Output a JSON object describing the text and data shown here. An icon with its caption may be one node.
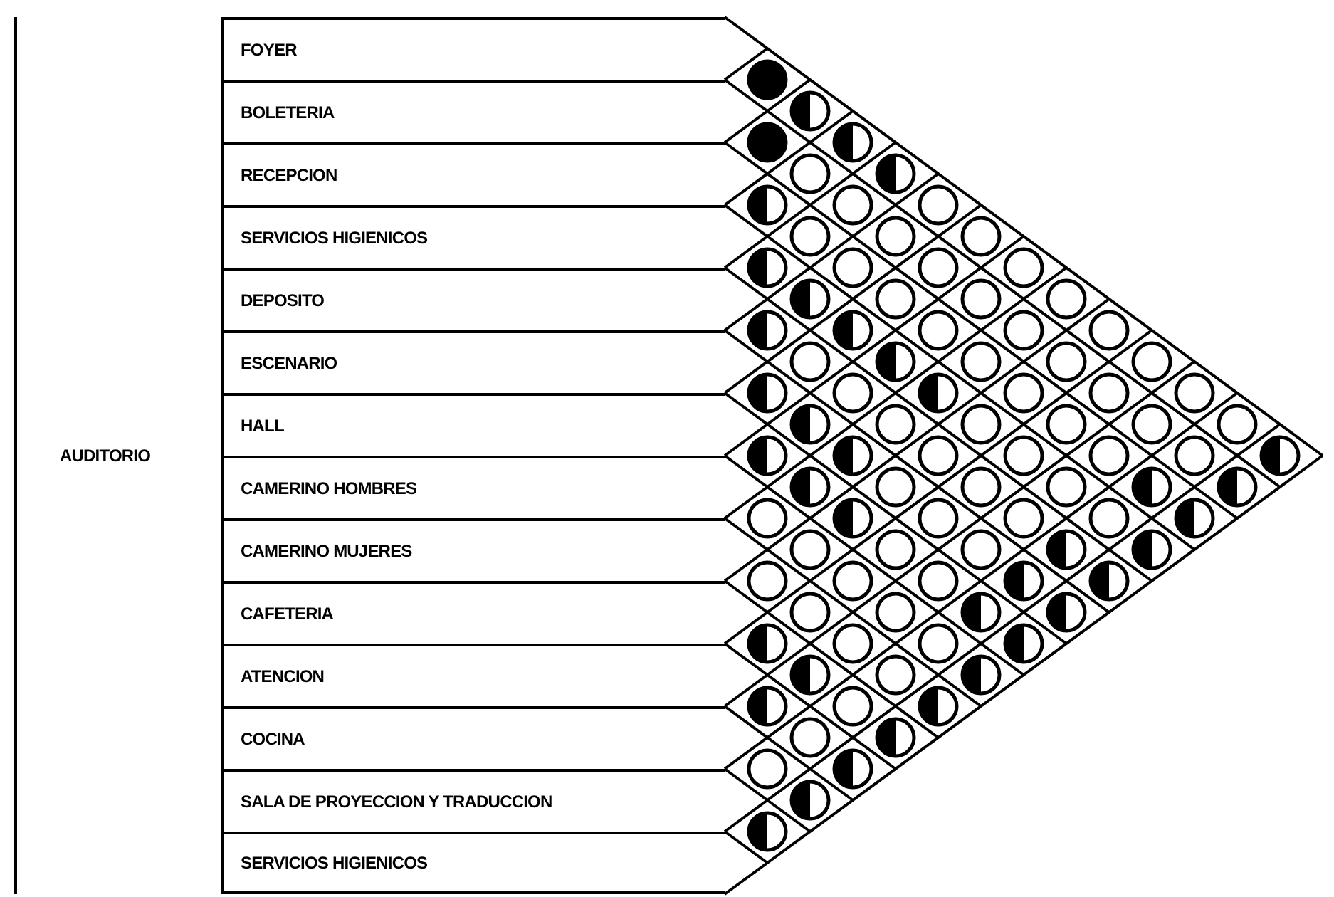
{
  "diagram": {
    "nodes": [
      {
        "text": [
          "AUDITORIO"
        ]
      },
      {
        "text": [
          "FOYER"
        ]
      },
      {
        "text": [
          "BOLETERIA"
        ]
      },
      {
        "text": [
          "RECEPCION"
        ]
      },
      {
        "text": [
          "SERVICIOS HIGIENICOS"
        ]
      },
      {
        "text": [
          "DEPOSITO"
        ]
      },
      {
        "text": [
          "ESCENARIO"
        ]
      },
      {
        "text": [
          "HALL"
        ]
      },
      {
        "text": [
          "CAMERINO HOMBRES"
        ]
      },
      {
        "text": [
          "CAMERINO MUJERES"
        ]
      },
      {
        "text": [
          "CAFETERIA"
        ]
      },
      {
        "text": [
          "ATENCION"
        ]
      },
      {
        "text": [
          "COCINA"
        ]
      },
      {
        "text": [
          "SALA DE PROYECCION Y TRADUCCION"
        ]
      },
      {
        "text": [
          "SERVICIOS HIGIENICOS"
        ]
      },
      {
        "text": [],
        "shape": "disc"
      },
      {
        "text": [],
        "shape": "half-disc"
      },
      {
        "text": [],
        "shape": "disc"
      },
      {
        "text": [],
        "shape": "half-disc"
      },
      {
        "text": [],
        "shape": "circle"
      },
      {
        "text": [],
        "shape": "half-disc"
      },
      {
        "text": [],
        "shape": "half-disc"
      },
      {
        "text": [],
        "shape": "circle"
      },
      {
        "text": [],
        "shape": "circle"
      },
      {
        "text": [],
        "shape": "circle"
      },
      {
        "text": [],
        "shape": "circle"
      },
      {
        "text": [],
        "shape": "circle"
      },
      {
        "text": [],
        "shape": "half-disc"
      },
      {
        "text": [],
        "shape": "circle"
      },
      {
        "text": [],
        "shape": "circle"
      },
      {
        "text": [],
        "shape": "circle"
      },
      {
        "text": [],
        "shape": "half-disc"
      },
      {
        "text": [],
        "shape": "circle"
      },
      {
        "text": [],
        "shape": "circle"
      },
      {
        "text": [],
        "shape": "circle"
      },
      {
        "text": [],
        "shape": "half-disc"
      },
      {
        "text": [],
        "shape": "half-disc"
      },
      {
        "text": [],
        "shape": "circle"
      },
      {
        "text": [],
        "shape": "circle"
      },
      {
        "text": [],
        "shape": "circle"
      },
      {
        "text": [],
        "shape": "circle"
      },
      {
        "text": [],
        "shape": "half-disc"
      },
      {
        "text": [],
        "shape": "circle"
      },
      {
        "text": [],
        "shape": "circle"
      },
      {
        "text": [],
        "shape": "circle"
      },
      {
        "text": [],
        "shape": "half-disc"
      },
      {
        "text": [],
        "shape": "circle"
      },
      {
        "text": [],
        "shape": "half-disc"
      },
      {
        "text": [],
        "shape": "circle"
      },
      {
        "text": [],
        "shape": "circle"
      },
      {
        "text": [],
        "shape": "circle"
      },
      {
        "text": [],
        "shape": "half-disc"
      },
      {
        "text": [],
        "shape": "circle"
      },
      {
        "text": [],
        "shape": "circle"
      },
      {
        "text": [],
        "shape": "circle"
      },
      {
        "text": [],
        "shape": "circle"
      },
      {
        "text": [],
        "shape": "circle"
      },
      {
        "text": [],
        "shape": "half-disc"
      },
      {
        "text": [],
        "shape": "half-disc"
      },
      {
        "text": [],
        "shape": "circle"
      },
      {
        "text": [],
        "shape": "circle"
      },
      {
        "text": [],
        "shape": "circle"
      },
      {
        "text": [],
        "shape": "circle"
      },
      {
        "text": [],
        "shape": "half-disc"
      },
      {
        "text": [],
        "shape": "half-disc"
      },
      {
        "text": [],
        "shape": "circle"
      },
      {
        "text": [],
        "shape": "circle"
      },
      {
        "text": [],
        "shape": "circle"
      },
      {
        "text": [],
        "shape": "half-disc"
      },
      {
        "text": [],
        "shape": "half-disc"
      },
      {
        "text": [],
        "shape": "circle"
      },
      {
        "text": [],
        "shape": "half-disc"
      },
      {
        "text": [],
        "shape": "circle"
      },
      {
        "text": [],
        "shape": "circle"
      },
      {
        "text": [],
        "shape": "circle"
      },
      {
        "text": [],
        "shape": "half-disc"
      },
      {
        "text": [],
        "shape": "circle"
      },
      {
        "text": [],
        "shape": "circle"
      },
      {
        "text": [],
        "shape": "circle"
      },
      {
        "text": [],
        "shape": "half-disc"
      },
      {
        "text": [],
        "shape": "half-disc"
      },
      {
        "text": [],
        "shape": "circle"
      },
      {
        "text": [],
        "shape": "circle"
      },
      {
        "text": [],
        "shape": "circle"
      },
      {
        "text": [],
        "shape": "half-disc"
      },
      {
        "text": [],
        "shape": "half-disc"
      },
      {
        "text": [],
        "shape": "circle"
      },
      {
        "text": [],
        "shape": "circle"
      },
      {
        "text": [],
        "shape": "half-disc"
      },
      {
        "text": [],
        "shape": "half-disc"
      },
      {
        "text": [],
        "shape": "half-disc"
      },
      {
        "text": [],
        "shape": "circle"
      },
      {
        "text": [],
        "shape": "circle"
      },
      {
        "text": [],
        "shape": "half-disc"
      },
      {
        "text": [],
        "shape": "half-disc"
      },
      {
        "text": [],
        "shape": "circle"
      },
      {
        "text": [],
        "shape": "half-disc"
      },
      {
        "text": [],
        "shape": "half-disc"
      },
      {
        "text": [],
        "shape": "circle"
      },
      {
        "text": [],
        "shape": "half-disc"
      },
      {
        "text": [],
        "shape": "circle"
      },
      {
        "text": [],
        "shape": "half-disc"
      },
      {
        "text": [],
        "shape": "circle"
      },
      {
        "text": [],
        "shape": "half-disc"
      },
      {
        "text": [],
        "shape": "half-disc"
      },
      {
        "text": [],
        "shape": "half-disc"
      }
    ]
  }
}
